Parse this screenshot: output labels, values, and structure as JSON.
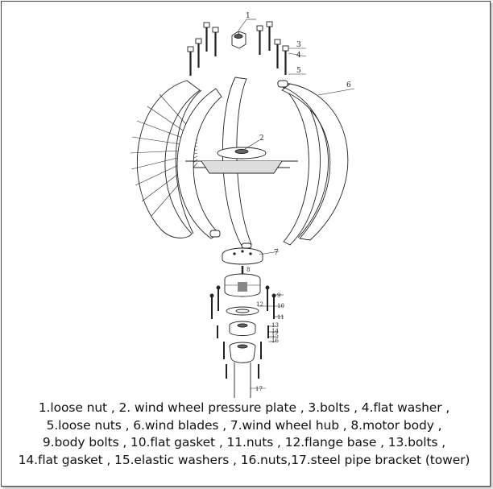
{
  "callouts": {
    "c1": "1",
    "c2": "2",
    "c3": "3",
    "c4": "4",
    "c5": "5",
    "c6": "6",
    "c7": "7",
    "c8": "8",
    "c9": "9",
    "c10": "10",
    "c11": "11",
    "c12": "12",
    "c13": "13",
    "c14": "14",
    "c15": "15",
    "c16": "16",
    "c17": "17"
  },
  "caption": [
    "1.loose nut , 2. wind wheel pressure plate , 3.bolts , 4.flat washer ,",
    "5.loose nuts , 6.wind blades , 7.wind wheel hub , 8.motor body ,",
    "9.body bolts , 10.flat gasket , 11.nuts , 12.flange base , 13.bolts ,",
    "14.flat gasket , 15.elastic washers , 16.nuts,17.steel pipe bracket (tower)"
  ]
}
